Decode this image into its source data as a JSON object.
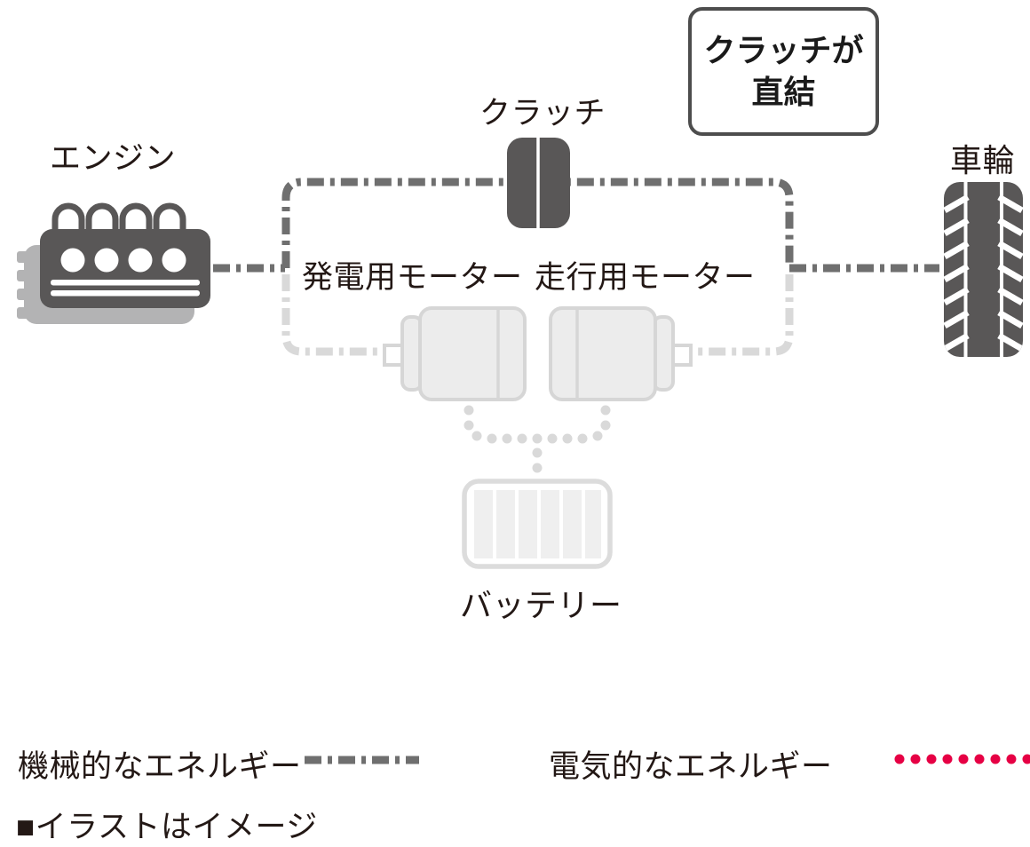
{
  "diagram": {
    "engine": {
      "label": "エンジン"
    },
    "clutch": {
      "label": "クラッチ"
    },
    "wheel": {
      "label": "車輪"
    },
    "generator_motor": {
      "label": "発電用モーター"
    },
    "drive_motor": {
      "label": "走行用モーター"
    },
    "battery": {
      "label": "バッテリー"
    },
    "callout": {
      "line1": "クラッチが",
      "line2": "直結"
    }
  },
  "legend": {
    "mechanical": {
      "label": "機械的なエネルギー"
    },
    "electrical": {
      "label": "電気的なエネルギー"
    }
  },
  "note": {
    "text": "■イラストはイメージ"
  },
  "colors": {
    "icon_dark": "#595757",
    "mechanical_line": "#6f6f6f",
    "inactive_line": "#d9d9d9",
    "inactive_fill": "#ececec",
    "battery_cell": "#efefef",
    "engine_shadow": "#b3b3b4",
    "electrical_red": "#e60044",
    "text": "#231815",
    "callout_border": "#4d4d4d"
  }
}
